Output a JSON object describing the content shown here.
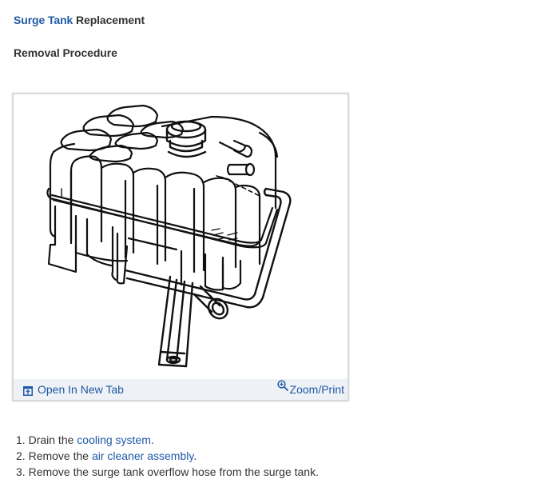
{
  "header": {
    "title_link": "Surge Tank",
    "title_rest": " Replacement",
    "section_title": "Removal Procedure"
  },
  "figure": {
    "alt": "Surge tank with overflow hose illustration",
    "open_in_new_tab_label": "Open In New Tab",
    "open_in_new_tab_icon": "open-new-tab-icon",
    "zoom_print_label": "Zoom/Print",
    "zoom_print_icon": "zoom-in-icon"
  },
  "steps": [
    {
      "number": "1.",
      "prefix": "Drain the ",
      "link": "cooling system",
      "suffix": "."
    },
    {
      "number": "2.",
      "prefix": "Remove the ",
      "link": "air cleaner assembly",
      "suffix": "."
    },
    {
      "number": "3.",
      "prefix": "Remove the surge tank overflow hose from the surge tank.",
      "link": "",
      "suffix": ""
    }
  ],
  "colors": {
    "link": "#1f5aa6",
    "text": "#333333",
    "frame_border": "#d9d9d9",
    "footer_bg": "#eef1f5"
  }
}
